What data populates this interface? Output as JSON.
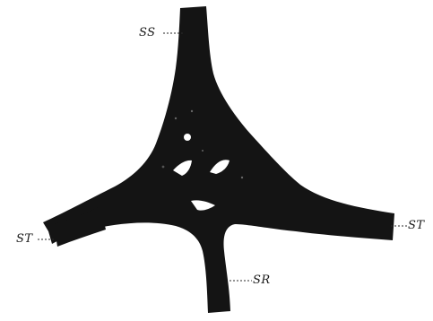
{
  "labels": {
    "ss": "SS",
    "st_left": "ST",
    "st_right": "ST",
    "sr": "SR"
  },
  "colors": {
    "specimen": "#141414",
    "background": "#ffffff",
    "leader": "#2a2a2a"
  }
}
